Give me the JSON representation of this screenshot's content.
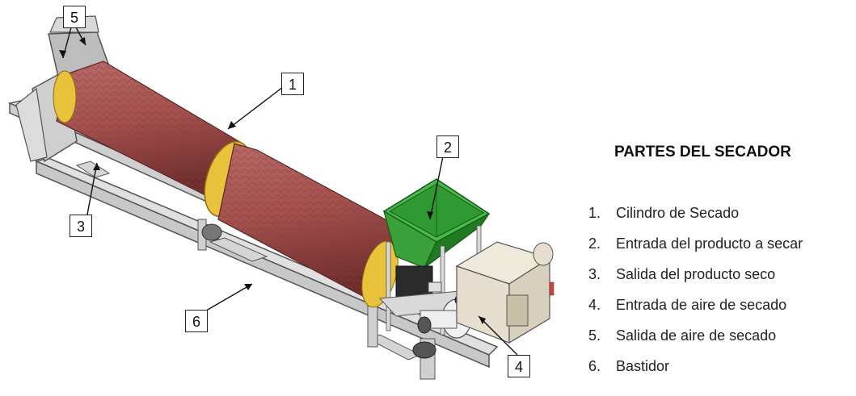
{
  "callouts": {
    "c1": "1",
    "c2": "2",
    "c3": "3",
    "c4": "4",
    "c5": "5",
    "c6": "6"
  },
  "legend": {
    "title": "PARTES DEL SECADOR",
    "items": [
      {
        "num": "1.",
        "label": "Cilindro de Secado"
      },
      {
        "num": "2.",
        "label": "Entrada del producto a secar"
      },
      {
        "num": "3.",
        "label": "Salida del producto seco"
      },
      {
        "num": "4.",
        "label": "Entrada de aire de secado"
      },
      {
        "num": "5.",
        "label": "Salida de aire de secado"
      },
      {
        "num": "6.",
        "label": "Bastidor"
      }
    ]
  },
  "colors": {
    "cylinder": "#a3504d",
    "cylinder_dark": "#6e2e2c",
    "ring": "#e8c23a",
    "hopper": "#3aa13a",
    "hopper_dark": "#1f7a22",
    "frame": "#d9d9d9",
    "frame_edge": "#555555",
    "motor_box": "#e6dfcf"
  }
}
